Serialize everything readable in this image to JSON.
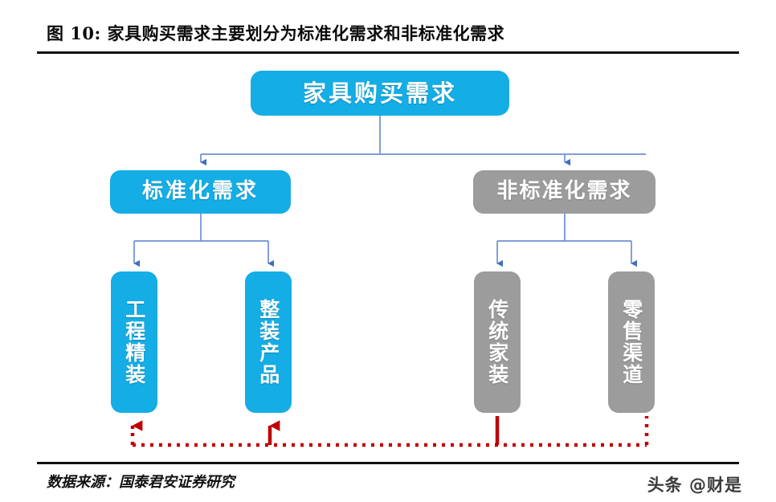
{
  "figure": {
    "title": "图  10:  家具购买需求主要划分为标准化需求和非标准化需求",
    "source": "数据来源：国泰君安证券研究",
    "watermark": "头条 @财是"
  },
  "colors": {
    "blue": "#14ADE5",
    "gray": "#9C9C9C",
    "connector_blue": "#4472C4",
    "connector_red": "#C00000",
    "rule": "#111111"
  },
  "diagram": {
    "type": "tree",
    "root": {
      "id": "root",
      "label": "家具购买需求",
      "color": "blue"
    },
    "level2": [
      {
        "id": "standard",
        "label": "标准化需求",
        "color": "blue"
      },
      {
        "id": "nonstandard",
        "label": "非标准化需求",
        "color": "gray"
      }
    ],
    "level3": [
      {
        "id": "engineering",
        "label": "工程精装",
        "color": "blue",
        "parent": "standard"
      },
      {
        "id": "whole-house",
        "label": "整装产品",
        "color": "blue",
        "parent": "standard"
      },
      {
        "id": "traditional",
        "label": "传统家装",
        "color": "gray",
        "parent": "nonstandard"
      },
      {
        "id": "retail",
        "label": "零售渠道",
        "color": "gray",
        "parent": "nonstandard"
      }
    ],
    "feedback_flow": {
      "style": "red-dotted",
      "from": [
        "traditional",
        "retail"
      ],
      "to": [
        "engineering",
        "whole-house"
      ]
    }
  }
}
